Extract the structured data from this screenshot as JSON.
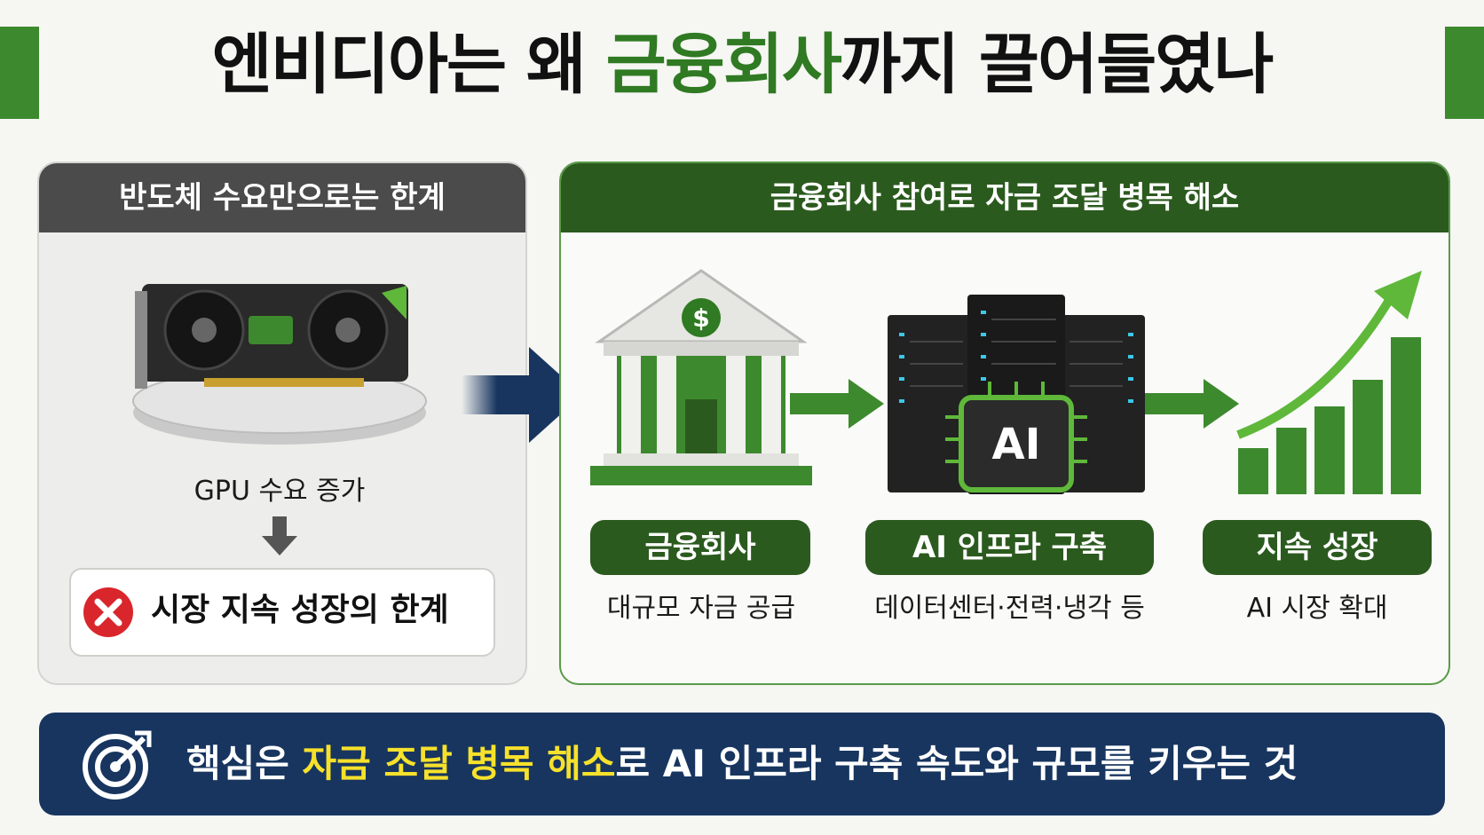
{
  "title": {
    "part1": "엔비디아는 왜 ",
    "highlight": "금융회사",
    "part2": "까지 끌어들였나"
  },
  "left_panel": {
    "header": "반도체 수요만으로는 한계",
    "gpu_caption": "GPU 수요 증가",
    "limit_text": "시장 지속 성장의 한계"
  },
  "right_panel": {
    "header": "금융회사 참여로 자금 조달 병목 해소",
    "steps": [
      {
        "label": "금융회사",
        "desc": "대규모 자금 공급"
      },
      {
        "label": "AI 인프라 구축",
        "desc": "데이터센터·전력·냉각 등"
      },
      {
        "label": "지속 성장",
        "desc": "AI 시장 확대"
      }
    ],
    "chip_label": "AI",
    "bank_symbol": "$"
  },
  "bottom": {
    "part1": "핵심은 ",
    "highlight": "자금 조달 병목 해소",
    "part2": "로 AI 인프라 구축 속도와 규모를 키우는 것"
  },
  "colors": {
    "green_dark": "#2b5a1e",
    "green": "#3d8a2e",
    "navy": "#17355f",
    "yellow": "#f7e12b"
  }
}
